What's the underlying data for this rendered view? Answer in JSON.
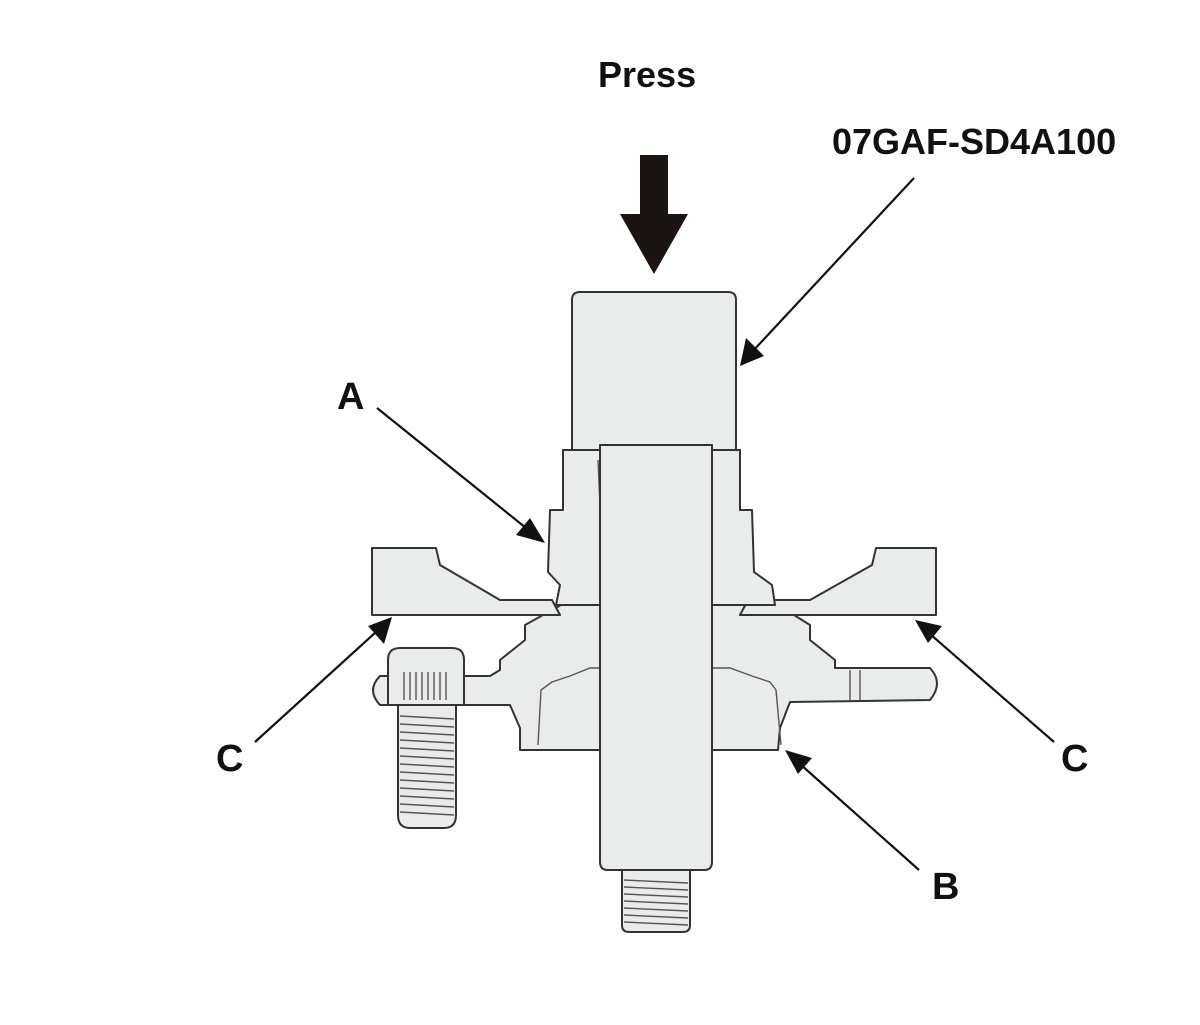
{
  "labels": {
    "press": "Press",
    "tool_number": "07GAF-SD4A100",
    "a": "A",
    "b": "B",
    "c_left": "C",
    "c_right": "C"
  },
  "colors": {
    "part_fill": "#eaeceb",
    "outline": "#333333",
    "arrow": "#1a1413"
  }
}
